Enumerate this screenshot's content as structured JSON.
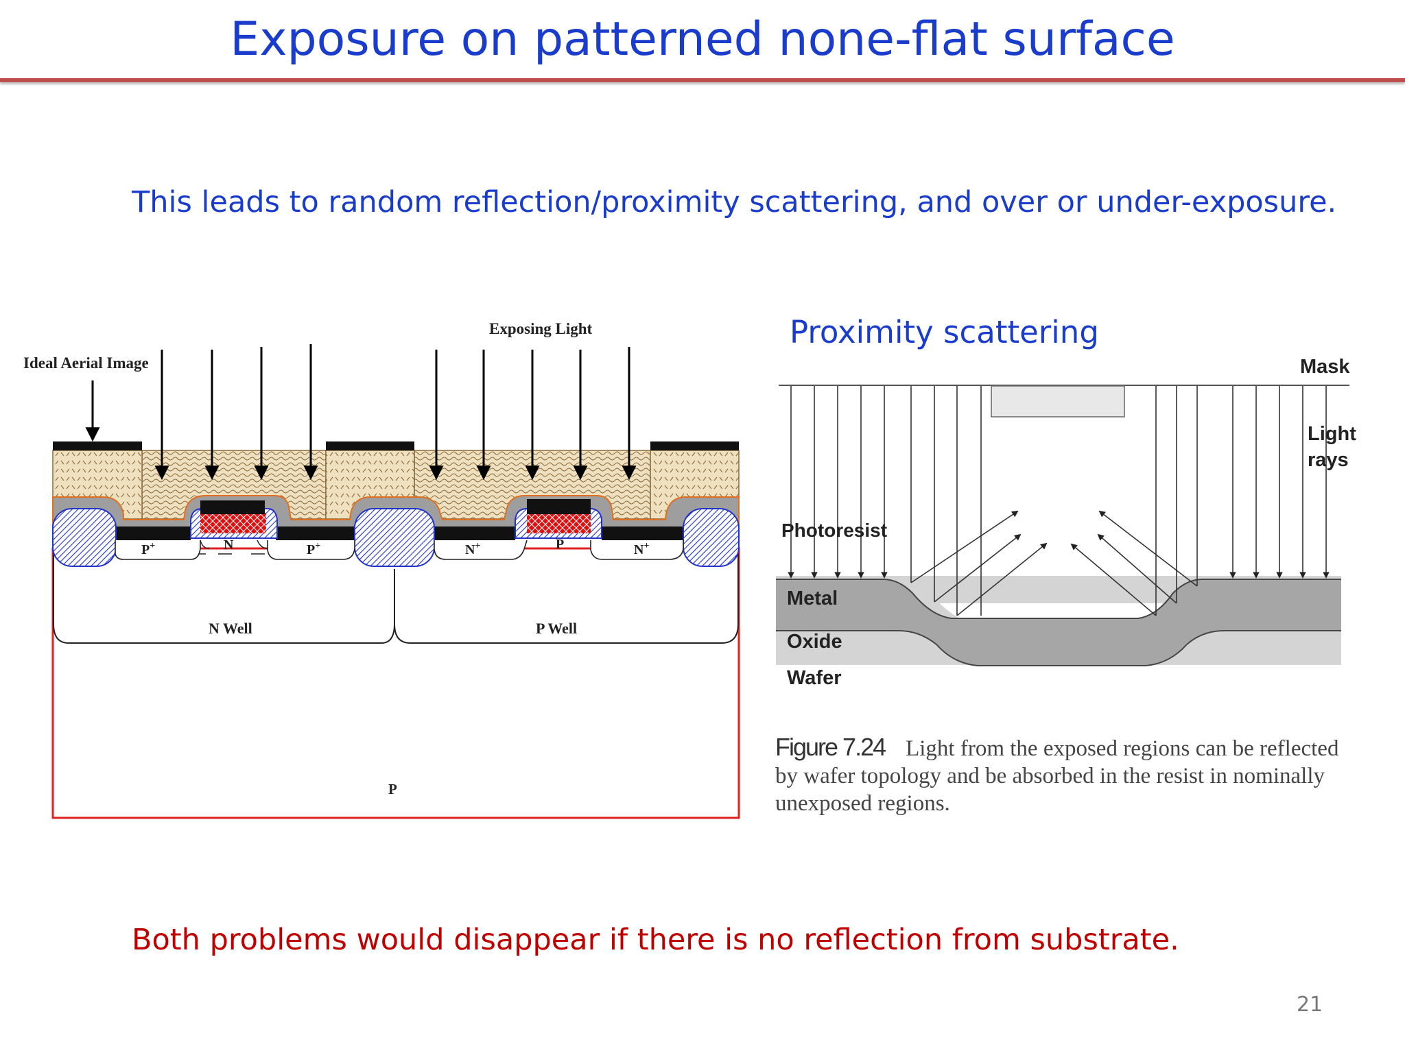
{
  "slide": {
    "title": "Exposure on patterned none-flat surface",
    "subtitle": "This leads to random reflection/proximity scattering, and over or under-exposure.",
    "proximity_heading": "Proximity scattering",
    "conclusion": "Both problems would disappear if there is no reflection from substrate.",
    "page_number": "21"
  },
  "left_diagram": {
    "ideal_aerial_image": "Ideal Aerial Image",
    "exposing_light": "Exposing Light",
    "p_plus": "P+",
    "p_plus_base": "P",
    "n_plus_base": "N",
    "plus": "+",
    "n_label": "N",
    "p_label": "P",
    "n_well": "N Well",
    "p_well": "P Well",
    "substrate": "P"
  },
  "right_diagram": {
    "mask": "Mask",
    "light_rays_line1": "Light",
    "light_rays_line2": "rays",
    "photoresist": "Photoresist",
    "metal": "Metal",
    "oxide": "Oxide",
    "wafer": "Wafer",
    "figure_number": "Figure 7.24",
    "caption": "Light from the exposed regions can be reflected by wafer topology and be absorbed in the resist in nominally unexposed regions."
  },
  "colors": {
    "title_blue": "#1a3ccc",
    "conclusion_red": "#c00000",
    "rule_red": "#c0504d",
    "substrate_outline": "#e02020",
    "isolation_blue": "#2233cc",
    "gate_red": "#e01010",
    "resist_tan": "#efe0c0"
  }
}
